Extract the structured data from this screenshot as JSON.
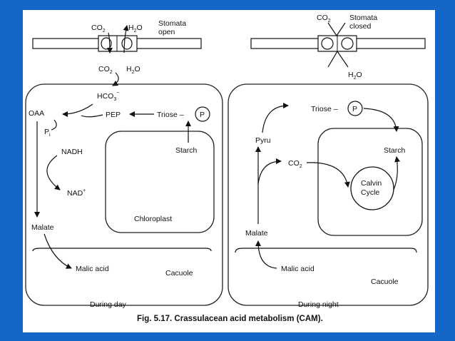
{
  "day": {
    "co2_top": "CO",
    "h2o_top": "H",
    "stomata_label_1": "Stomata",
    "stomata_label_2": "open",
    "co2_mid": "CO",
    "h2o_mid": "H",
    "hco3": "HCO",
    "oaa": "OAA",
    "pep": "PEP",
    "pi": "P",
    "nadh": "NADH",
    "nad": "NAD",
    "malate": "Malate",
    "malic_acid": "Malic acid",
    "triose": "Triose –",
    "p": "P",
    "starch": "Starch",
    "chloroplast": "Chloroplast",
    "vacuole": "Cacuole",
    "period": "During day"
  },
  "night": {
    "co2_top": "CO",
    "stomata_label_1": "Stomata",
    "stomata_label_2": "closed",
    "h2o_out": "H",
    "triose": "Triose –",
    "p": "P",
    "pyru": "Pyru",
    "co2": "CO",
    "starch": "Starch",
    "calvin_1": "Calvin",
    "calvin_2": "Cycle",
    "malate": "Malate",
    "malic_acid": "Malic acid",
    "vacuole": "Cacuole",
    "period": "During night"
  },
  "caption": {
    "figure": "Fig. 5.17.",
    "text": "Crassulacean acid metabolism (CAM)."
  }
}
